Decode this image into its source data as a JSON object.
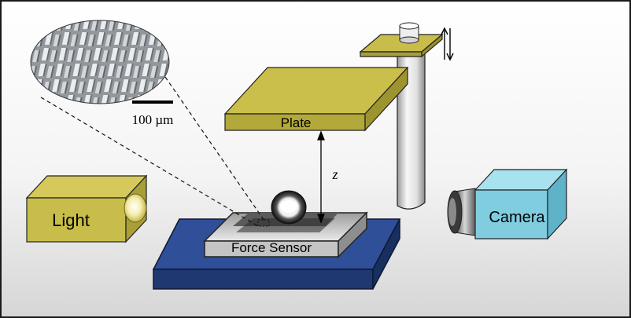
{
  "labels": {
    "plate": "Plate",
    "light": "Light",
    "camera": "Camera",
    "force_sensor": "Force Sensor",
    "z": "z",
    "scale_bar": "100 µm"
  },
  "colors": {
    "frame": "#1a1a1a",
    "background_top": "#ffffff",
    "background_bottom": "#d9d9d9",
    "plate": "#c8bd4a",
    "light_box": "#c8bd4a",
    "camera_box": "#7fcde0",
    "base": "#2d4d94",
    "sensor": "#bdbdbd",
    "pillar": "#e2e2e2"
  }
}
